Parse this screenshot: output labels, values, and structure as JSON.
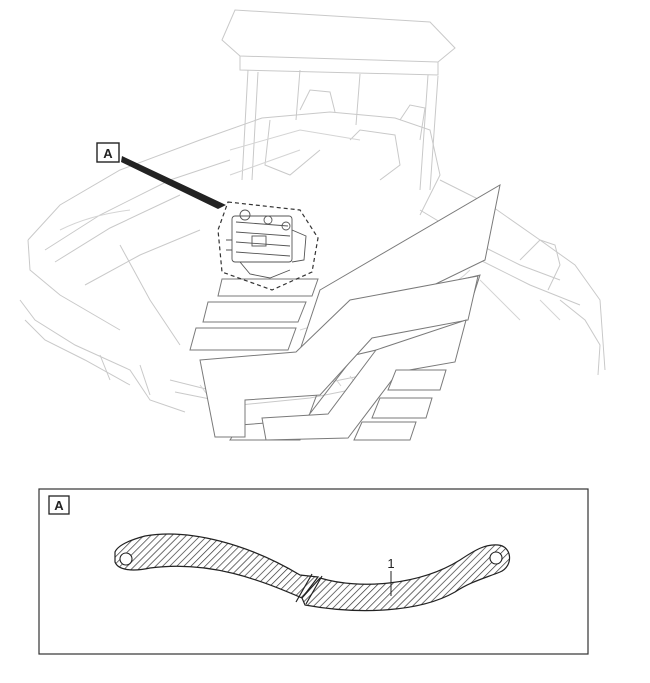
{
  "figure": {
    "callout_main": "A",
    "detail_label": "A",
    "item_number": "1"
  },
  "colors": {
    "ink": "#222222",
    "ghost_lines": "#c9c9c9",
    "background": "#ffffff"
  }
}
